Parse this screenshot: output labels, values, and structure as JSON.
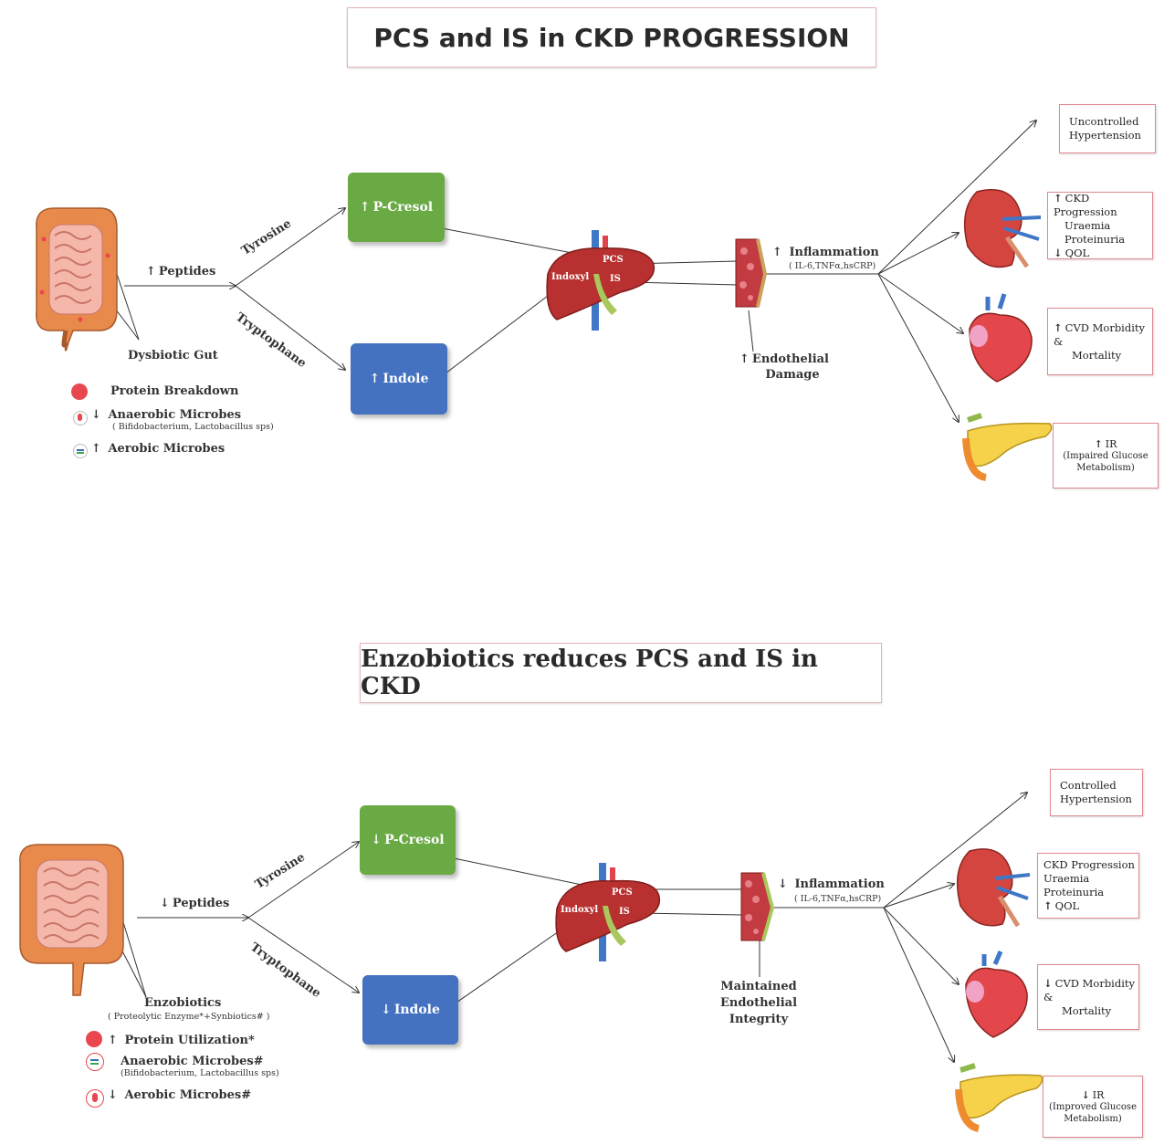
{
  "top": {
    "title": "PCS and IS in CKD PROGRESSION",
    "peptides_arrow": "↑",
    "peptides": "Peptides",
    "tyrosine": "Tyrosine",
    "tryptophane": "Tryptophane",
    "pcresol_arrow": "↑",
    "pcresol": "P-Cresol",
    "indole_arrow": "↑",
    "indole": "Indole",
    "pcs": "PCS",
    "is": "IS",
    "indoxyl": "Indoxyl",
    "inflammation_arrow": "↑",
    "inflammation": "Inflammation",
    "inflammation_markers": "( IL-6,TNFα,hsCRP)",
    "endothelial_arrow": "↑",
    "endothelial_line1": "Endothelial",
    "endothelial_line2": "Damage",
    "gut_label": "Dysbiotic Gut",
    "legend": [
      {
        "arrow": "",
        "label": "Protein Breakdown",
        "sub": ""
      },
      {
        "arrow": "↓",
        "label": "Anaerobic Microbes",
        "sub": "( Bifidobacterium, Lactobacillus sps)"
      },
      {
        "arrow": "↑",
        "label": "Aerobic Microbes",
        "sub": ""
      }
    ],
    "outcomes": {
      "hypertension": [
        "Uncontrolled",
        "Hypertension"
      ],
      "ckd_up_arrow": "↑",
      "ckd": [
        "CKD Progression",
        "Uraemia",
        "Proteinuria"
      ],
      "qol_arrow": "↓",
      "qol": "QOL",
      "cvd_arrow": "↑",
      "cvd": [
        "CVD Morbidity &",
        "Mortality"
      ],
      "ir_arrow": "↑",
      "ir": "IR",
      "ir_sub": [
        "(Impaired Glucose",
        "Metabolism)"
      ]
    }
  },
  "bottom": {
    "title": "Enzobiotics reduces PCS and IS in CKD",
    "peptides_arrow": "↓",
    "peptides": "Peptides",
    "tyrosine": "Tyrosine",
    "tryptophane": "Tryptophane",
    "pcresol_arrow": "↓",
    "pcresol": "P-Cresol",
    "indole_arrow": "↓",
    "indole": "Indole",
    "pcs": "PCS",
    "is": "IS",
    "indoxyl": "Indoxyl",
    "inflammation_arrow": "↓",
    "inflammation": "Inflammation",
    "inflammation_markers": "( IL-6,TNFα,hsCRP)",
    "endothelial_line1": "Maintained",
    "endothelial_line2": "Endothelial",
    "endothelial_line3": "Integrity",
    "gut_label": "Enzobiotics",
    "gut_sub": "( Proteolytic Enzyme*+Synbiotics# )",
    "legend": [
      {
        "arrow": "↑",
        "label": "Protein Utilization*",
        "sub": ""
      },
      {
        "arrow": "",
        "label": "Anaerobic Microbes#",
        "sub": "(Bifidobacterium, Lactobacillus sps)"
      },
      {
        "arrow": "↓",
        "label": "Aerobic Microbes#",
        "sub": ""
      }
    ],
    "outcomes": {
      "hypertension": [
        "Controlled",
        "Hypertension"
      ],
      "ckd": [
        "CKD Progression",
        "Uraemia",
        "Proteinuria"
      ],
      "qol_arrow": "↑",
      "qol": "QOL",
      "cvd_arrow": "↓",
      "cvd": [
        "CVD Morbidity &",
        "Mortality"
      ],
      "ir_arrow": "↓",
      "ir": "IR",
      "ir_sub": [
        "(Improved Glucose",
        "Metabolism)"
      ]
    }
  },
  "colors": {
    "green_box": "#6aaa45",
    "blue_box": "#4472c0",
    "box_border": "#e0898e",
    "liver": "#b8302f",
    "gut": "#e98a4d"
  }
}
